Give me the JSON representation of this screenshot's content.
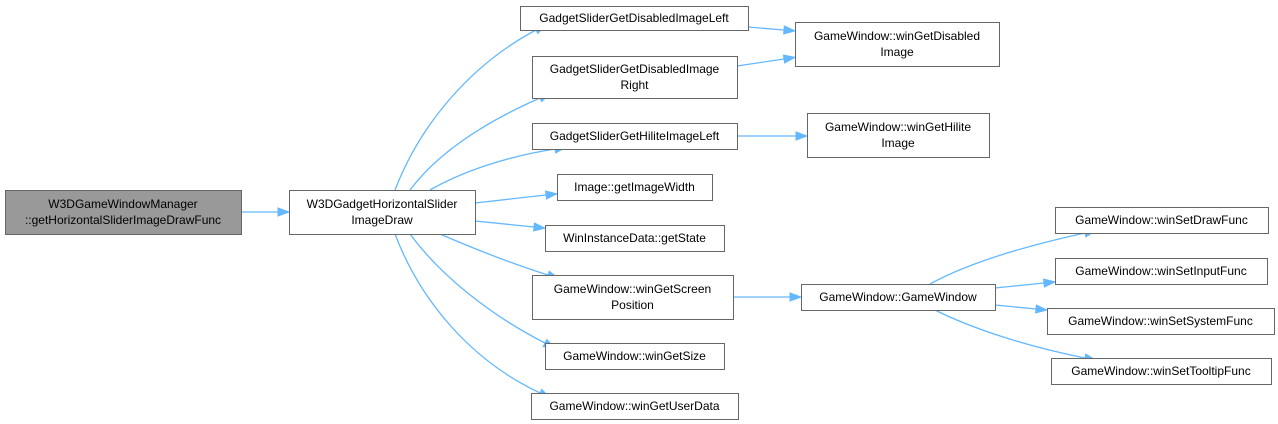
{
  "colors": {
    "edge": "#63b8ff",
    "root_fill": "#999999",
    "node_fill": "#ffffff",
    "node_border": "#666666"
  },
  "nodes": {
    "root": [
      "W3DGameWindowManager",
      "::getHorizontalSliderImageDrawFunc"
    ],
    "draw": [
      "W3DGadgetHorizontalSlider",
      "ImageDraw"
    ],
    "disabled_left": [
      "GadgetSliderGetDisabledImageLeft"
    ],
    "disabled_right": [
      "GadgetSliderGetDisabledImage",
      "Right"
    ],
    "hilite_left": [
      "GadgetSliderGetHiliteImageLeft"
    ],
    "image_width": [
      "Image::getImageWidth"
    ],
    "get_state": [
      "WinInstanceData::getState"
    ],
    "screen_pos": [
      "GameWindow::winGetScreen",
      "Position"
    ],
    "get_size": [
      "GameWindow::winGetSize"
    ],
    "user_data": [
      "GameWindow::winGetUserData"
    ],
    "get_disabled_image": [
      "GameWindow::winGetDisabled",
      "Image"
    ],
    "get_hilite_image": [
      "GameWindow::winGetHilite",
      "Image"
    ],
    "game_window_ctor": [
      "GameWindow::GameWindow"
    ],
    "set_draw": [
      "GameWindow::winSetDrawFunc"
    ],
    "set_input": [
      "GameWindow::winSetInputFunc"
    ],
    "set_system": [
      "GameWindow::winSetSystemFunc"
    ],
    "set_tooltip": [
      "GameWindow::winSetTooltipFunc"
    ]
  }
}
